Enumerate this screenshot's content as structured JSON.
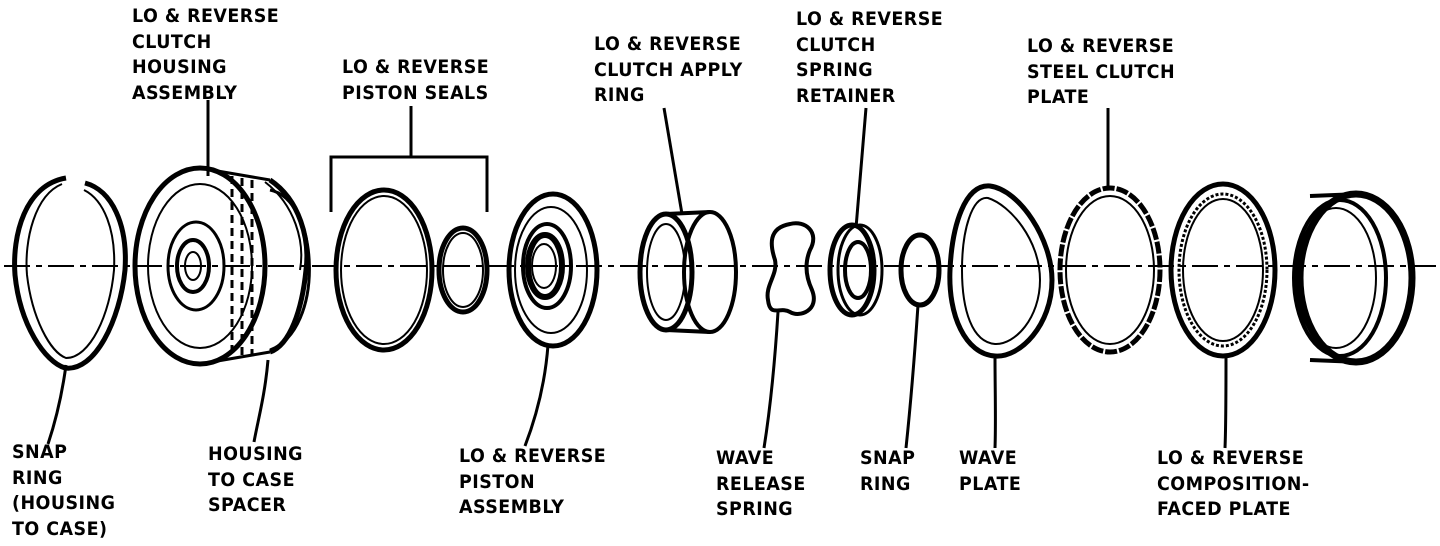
{
  "diagram": {
    "labels": [
      {
        "id": "clutch-housing",
        "lines": [
          "LO & REVERSE",
          "CLUTCH",
          "HOUSING",
          "ASSEMBLY"
        ]
      },
      {
        "id": "piston-seals",
        "lines": [
          "LO & REVERSE",
          "PISTON SEALS"
        ]
      },
      {
        "id": "apply-ring",
        "lines": [
          "LO & REVERSE",
          "CLUTCH APPLY",
          "RING"
        ]
      },
      {
        "id": "spring-retainer",
        "lines": [
          "LO & REVERSE",
          "CLUTCH",
          "SPRING",
          "RETAINER"
        ]
      },
      {
        "id": "steel-plate",
        "lines": [
          "LO & REVERSE",
          "STEEL CLUTCH",
          "PLATE"
        ]
      },
      {
        "id": "snap-ring-housing",
        "lines": [
          "SNAP",
          "RING",
          "(HOUSING",
          "TO CASE)"
        ]
      },
      {
        "id": "housing-spacer",
        "lines": [
          "HOUSING",
          "TO CASE",
          "SPACER"
        ]
      },
      {
        "id": "piston-assembly",
        "lines": [
          "LO & REVERSE",
          "PISTON",
          "ASSEMBLY"
        ]
      },
      {
        "id": "wave-release-spring",
        "lines": [
          "WAVE",
          "RELEASE",
          "SPRING"
        ]
      },
      {
        "id": "snap-ring",
        "lines": [
          "SNAP",
          "RING"
        ]
      },
      {
        "id": "wave-plate",
        "lines": [
          "WAVE",
          "PLATE"
        ]
      },
      {
        "id": "composition-plate",
        "lines": [
          "LO & REVERSE",
          "COMPOSITION-",
          "FACED PLATE"
        ]
      }
    ]
  }
}
